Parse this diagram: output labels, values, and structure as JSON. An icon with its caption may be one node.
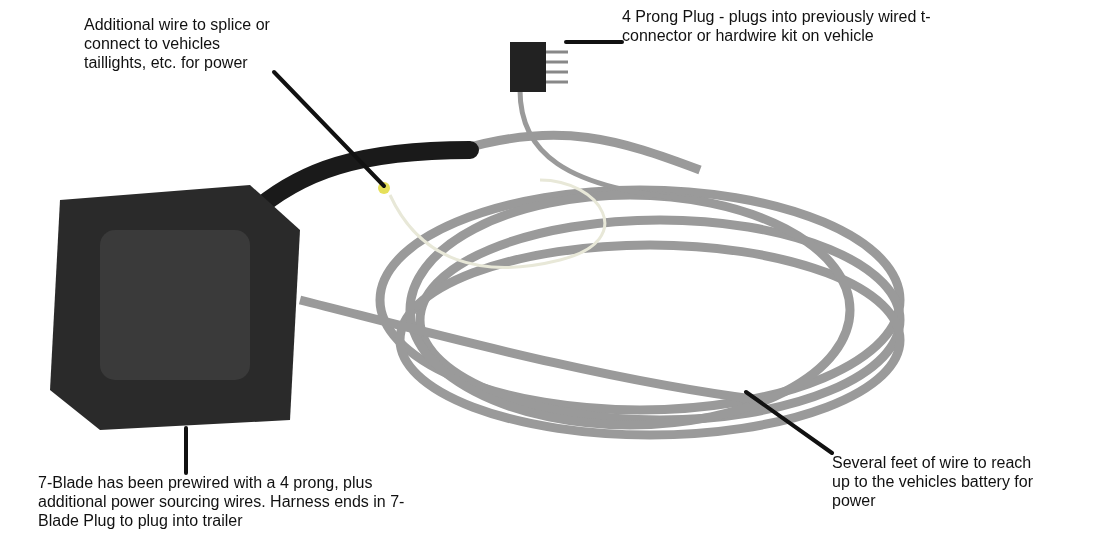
{
  "diagram": {
    "nodes": [
      {
        "text": [
          "Additional wire to splice or connect to vehicles taillights, etc. for power"
        ]
      },
      {
        "text": [
          "4 Prong Plug - plugs into previously wired t-connector or hardwire kit on vehicle"
        ]
      },
      {
        "text": [
          "7-Blade has been prewired with a 4 prong, plus additional power sourcing wires. Harness ends in 7-Blade Plug to plug into trailer"
        ]
      },
      {
        "text": [
          "Several feet of wire to reach up to the vehicles battery for power"
        ]
      }
    ],
    "edges": [
      {
        "from": 0,
        "to": null,
        "arrow": "none"
      },
      {
        "from": 1,
        "to": null,
        "arrow": "none"
      },
      {
        "from": 2,
        "to": null,
        "arrow": "none"
      },
      {
        "from": 3,
        "to": null,
        "arrow": "none"
      }
    ]
  }
}
